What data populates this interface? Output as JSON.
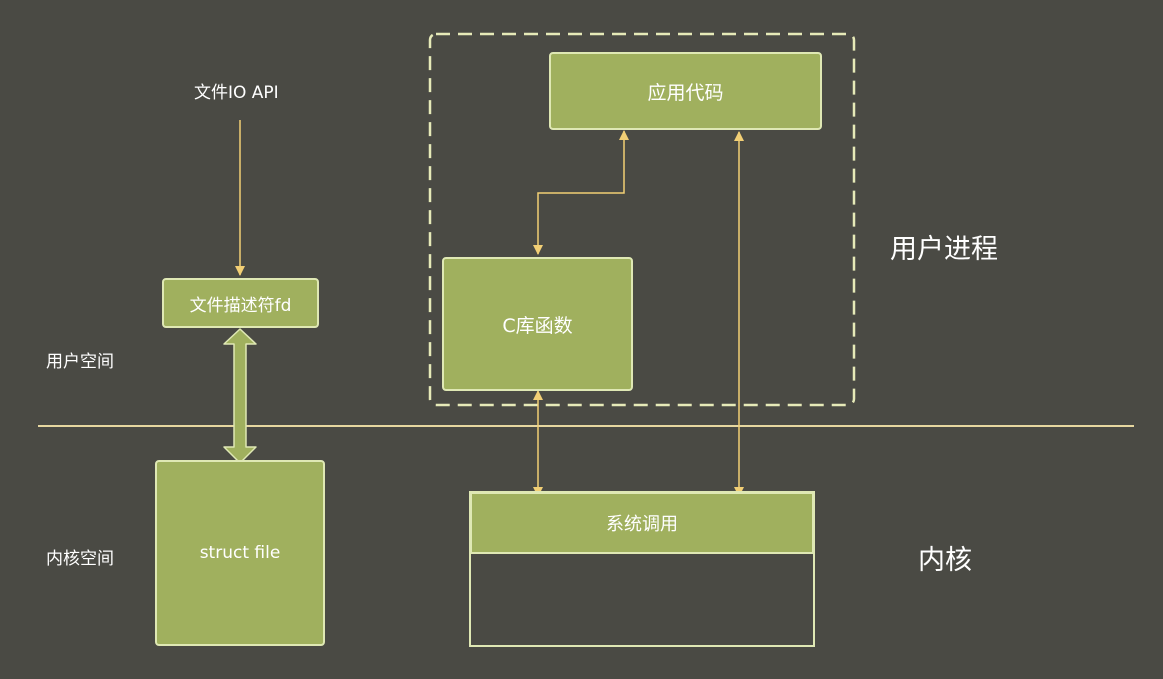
{
  "colors": {
    "background": "#4a4a44",
    "box_fill": "#a0b05e",
    "box_border": "#dfe8b4",
    "arrow": "#f2cf75",
    "divider": "#e6d7a0",
    "text": "#ffffff"
  },
  "labels": {
    "file_io_api": "文件IO API",
    "user_space": "用户空间",
    "kernel_space": "内核空间",
    "user_process": "用户进程",
    "kernel": "内核"
  },
  "boxes": {
    "file_descriptor": "文件描述符fd",
    "struct_file": "struct file",
    "app_code": "应用代码",
    "c_library": "C库函数",
    "syscall": "系统调用"
  }
}
